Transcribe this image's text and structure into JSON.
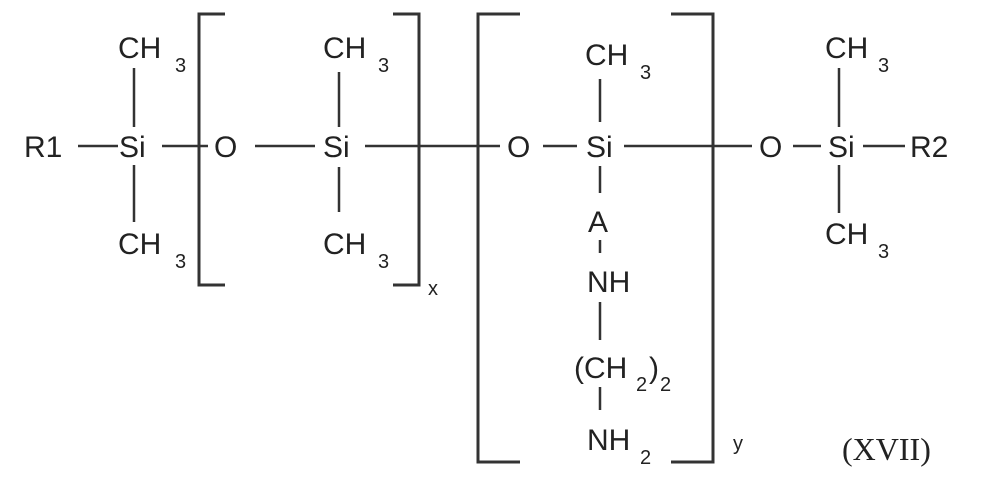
{
  "formula": {
    "label": "(XVII)",
    "end_groups": {
      "left": "R1",
      "right": "R2"
    },
    "atoms": {
      "si": "Si",
      "o": "O",
      "methyl": "CH",
      "methyl_sub": "3",
      "linker": "A",
      "amine": "NH",
      "methylene_open": "(CH",
      "methylene_sub": "2",
      "methylene_close": ")",
      "methylene_count": "2",
      "terminal_amine": "NH",
      "terminal_amine_sub": "2"
    },
    "repeat_units": [
      {
        "name": "dimethylsiloxane",
        "subscript": "x"
      },
      {
        "name": "aminoalkyl-methylsiloxane",
        "subscript": "y"
      }
    ]
  }
}
